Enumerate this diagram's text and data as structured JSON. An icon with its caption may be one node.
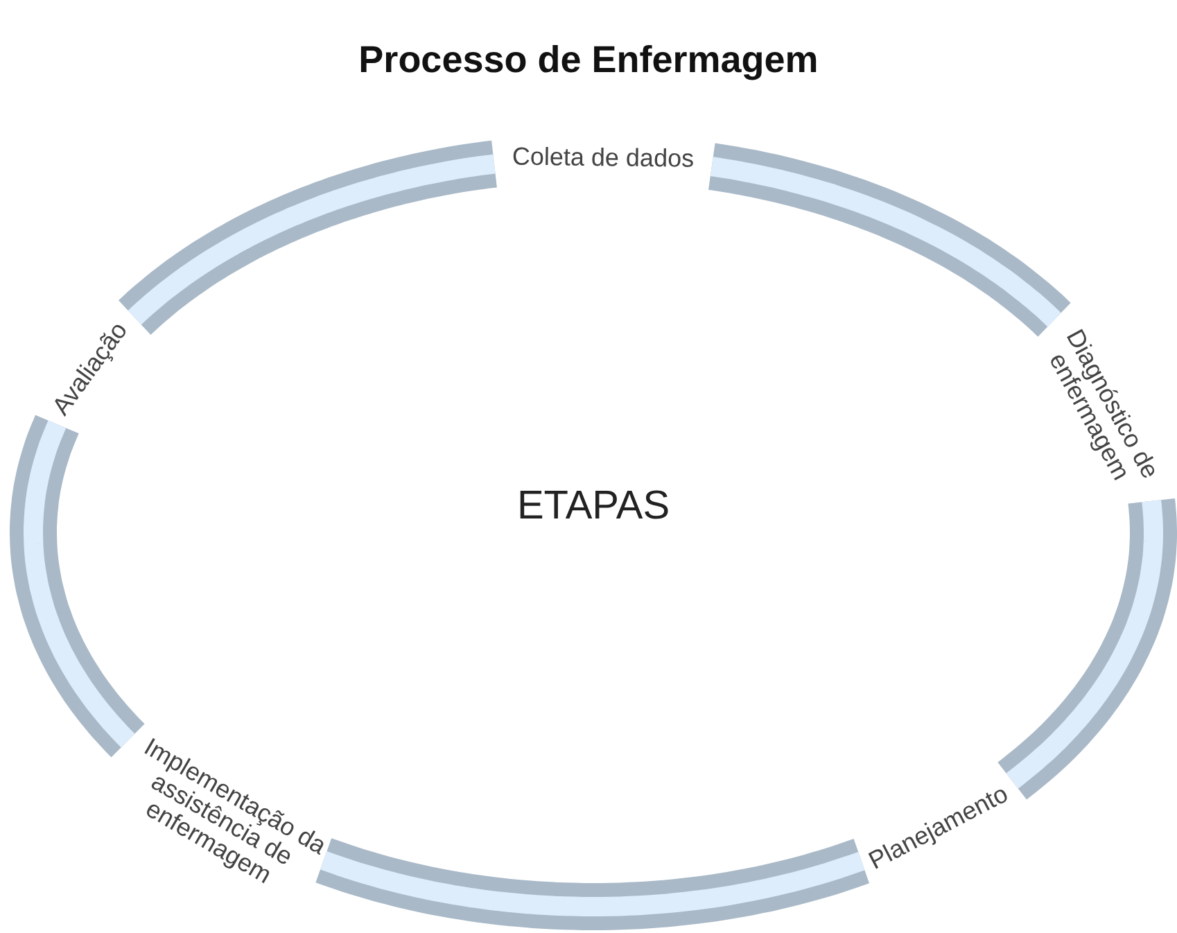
{
  "diagram": {
    "title": "Processo de Enfermagem",
    "nodes": [
      {
        "text": [
          "Coleta de dados"
        ]
      },
      {
        "text": [
          "Diagnóstico de enfermagem"
        ]
      },
      {
        "text": [
          "Planejamento"
        ]
      },
      {
        "text": [
          "Implementação da assistência de enfermagem"
        ]
      },
      {
        "text": [
          "Avaliação"
        ]
      },
      {
        "text": [
          "ETAPAS"
        ]
      }
    ],
    "edges": [
      {
        "from": 0,
        "to": 1,
        "arrow": "none"
      },
      {
        "from": 1,
        "to": 2,
        "arrow": "none"
      },
      {
        "from": 2,
        "to": 3,
        "arrow": "none"
      },
      {
        "from": 3,
        "to": 4,
        "arrow": "none"
      },
      {
        "from": 4,
        "to": 0,
        "arrow": "none"
      }
    ]
  }
}
